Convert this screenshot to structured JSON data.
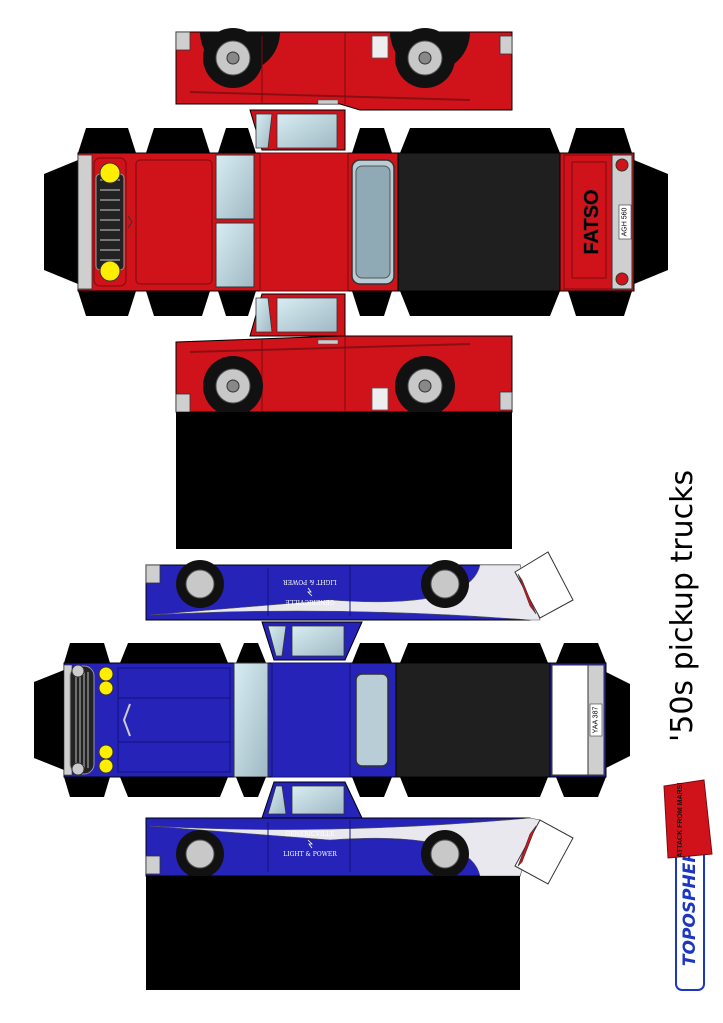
{
  "title": "'50s pickup trucks",
  "logos": {
    "topo": "TOPOSPHERE",
    "mars": "ATTACK FROM MARS!"
  },
  "red_truck": {
    "body_color": "#d0131a",
    "tailgate_text": "FATSO",
    "license_plate": "AGH 560"
  },
  "blue_truck": {
    "body_color": "#2523b8",
    "license_plate": "YAA 387",
    "door_logo_line1": "GENERICVILLE",
    "door_logo_line2": "LIGHT & POWER"
  }
}
